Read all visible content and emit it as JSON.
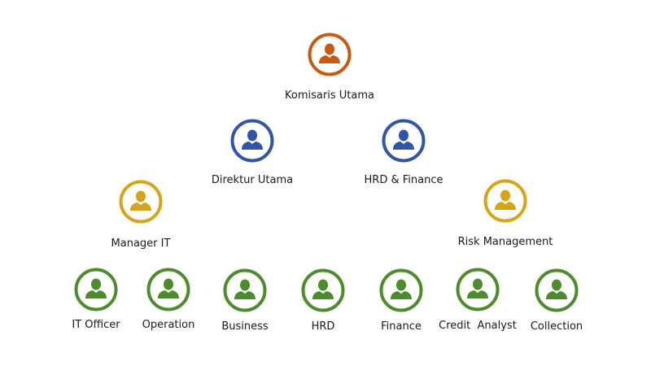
{
  "colors": {
    "commissioner": "#c55a11",
    "director": "#2f55a4",
    "manager": "#d6a31a",
    "staff": "#4e8a2e"
  },
  "icon": "person-icon",
  "nodes": [
    {
      "id": "komisaris-utama",
      "label": "Komisaris Utama",
      "level": "commissioner"
    },
    {
      "id": "direktur-utama",
      "label": "Direktur Utama",
      "level": "director"
    },
    {
      "id": "hrd-finance",
      "label": "HRD & Finance",
      "level": "director"
    },
    {
      "id": "manager-it",
      "label": "Manager IT",
      "level": "manager"
    },
    {
      "id": "risk-management",
      "label": "Risk Management",
      "level": "manager"
    },
    {
      "id": "it-officer",
      "label": "IT Officer",
      "level": "staff"
    },
    {
      "id": "operation",
      "label": "Operation",
      "level": "staff"
    },
    {
      "id": "business",
      "label": "Business",
      "level": "staff"
    },
    {
      "id": "hrd",
      "label": "HRD",
      "level": "staff"
    },
    {
      "id": "finance",
      "label": "Finance",
      "level": "staff"
    },
    {
      "id": "credit-analyst",
      "label": "Credit  Analyst",
      "level": "staff"
    },
    {
      "id": "collection",
      "label": "Collection",
      "level": "staff"
    }
  ]
}
